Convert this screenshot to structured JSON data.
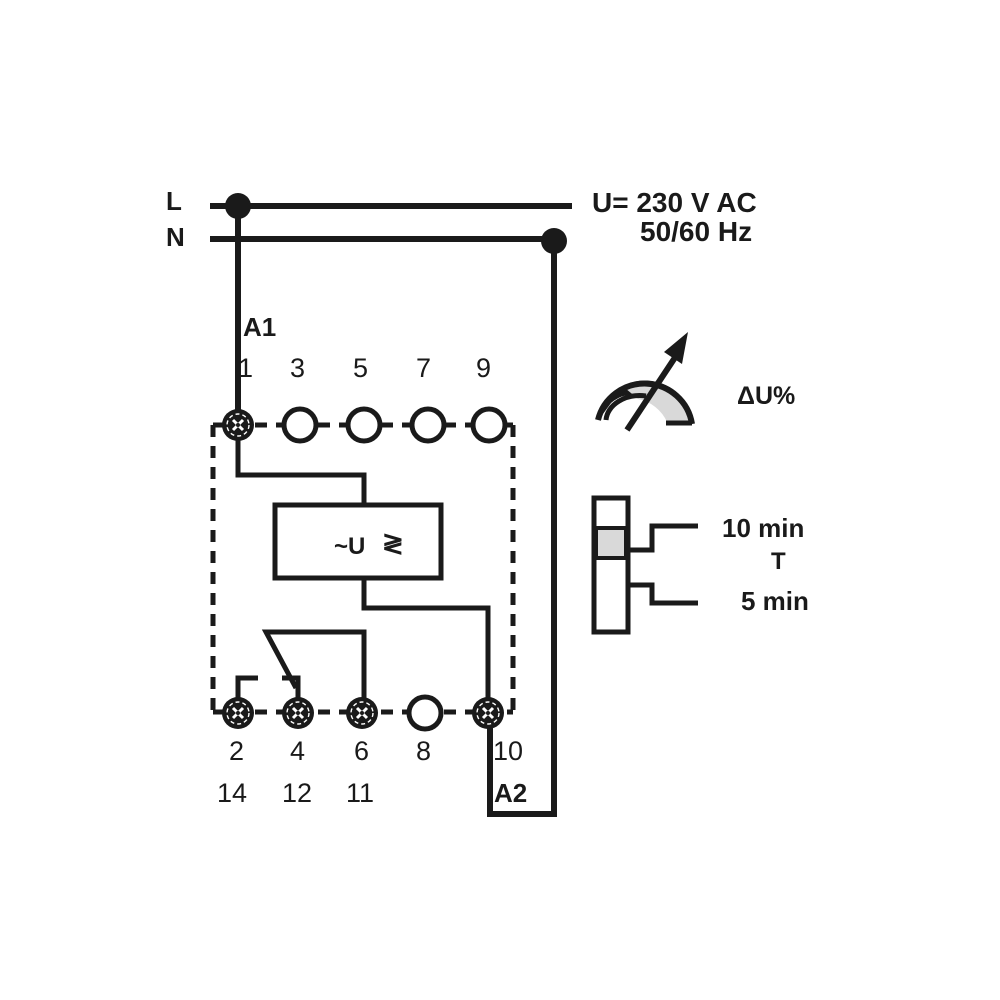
{
  "diagram": {
    "type": "wiring-diagram",
    "supply": {
      "line_label": "L",
      "neutral_label": "N",
      "voltage": "U= 230 V AC",
      "frequency": "50/60 Hz"
    },
    "terminals_top": {
      "coil_label": "A1",
      "numbers": [
        "1",
        "3",
        "5",
        "7",
        "9"
      ]
    },
    "terminals_bottom": {
      "numbers": [
        "2",
        "4",
        "6",
        "8",
        "10"
      ],
      "contact_numbers": [
        "14",
        "12",
        "11"
      ],
      "coil_label": "A2"
    },
    "relay": {
      "symbol_label": "~U",
      "symbol_suffix": "≷"
    },
    "adjust": {
      "delta_label": "ΔU%"
    },
    "timer": {
      "top_label": "10 min",
      "mid_label": "T",
      "bottom_label": "5 min"
    },
    "colors": {
      "ink": "#1a1a1a",
      "fill_gray": "#d9d9d9",
      "background": "#ffffff"
    }
  }
}
